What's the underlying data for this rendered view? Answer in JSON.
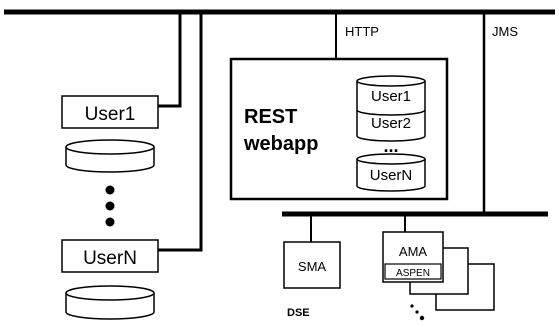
{
  "diagram": {
    "bus_labels": {
      "http": "HTTP",
      "jms": "JMS"
    },
    "left_users": {
      "top": "User1",
      "bottom": "UserN",
      "ellipsis": "•\n•\n•"
    },
    "webapp": {
      "title_line1": "REST",
      "title_line2": "webapp",
      "stack": [
        "User1",
        "User2"
      ],
      "stack_ellipsis": "...",
      "stack_last": "UserN"
    },
    "services": {
      "sma": "SMA",
      "dse": "DSE",
      "ama": "AMA",
      "aspen": "ASPEN"
    }
  }
}
